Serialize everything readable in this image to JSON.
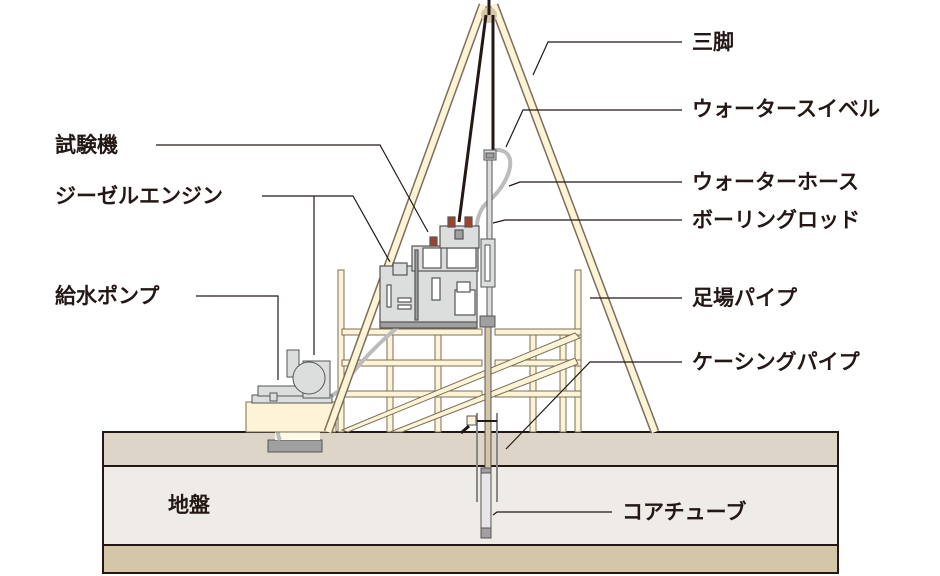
{
  "title": "ボーリング調査機器構成図",
  "labels": {
    "tripod": "三脚",
    "water_swivel": "ウォータースイベル",
    "water_hose": "ウォーターホース",
    "boring_rod": "ボーリングロッド",
    "scaffold_pipe": "足場パイプ",
    "casing_pipe": "ケーシングパイプ",
    "core_tube": "コアチューブ",
    "testing_machine": "試験機",
    "diesel_engine": "ジーゼルエンジン",
    "water_pump": "給水ポンプ",
    "ground": "地盤"
  },
  "colors": {
    "ground_top": "#ddd5c8",
    "ground_mid": "#efebe6",
    "ground_bottom": "#d3c7a8",
    "wood": "#fdf3d6",
    "machine": "#dcdddd",
    "line": "#231815"
  }
}
